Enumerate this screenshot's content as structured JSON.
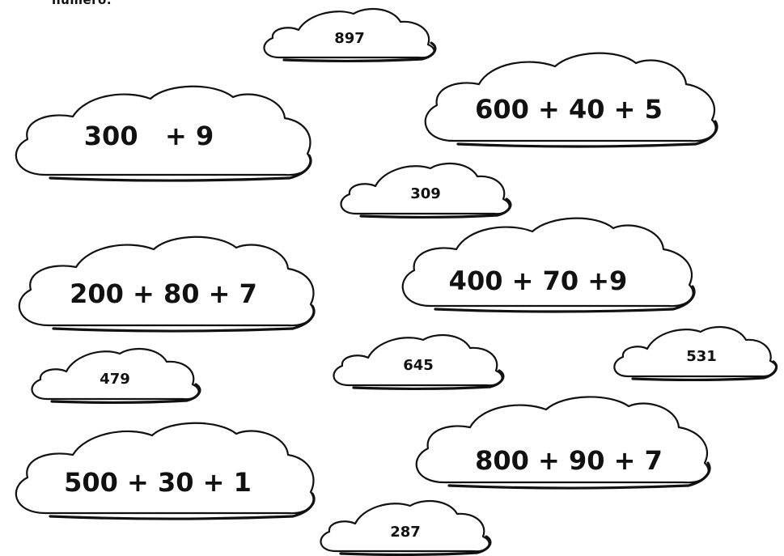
{
  "instruction": "número.",
  "sums": [
    {
      "text": "300   + 9"
    },
    {
      "text": "600 + 40 + 5"
    },
    {
      "text": "200 + 80 + 7"
    },
    {
      "text": "400 + 70 +9"
    },
    {
      "text": "500 + 30 + 1"
    },
    {
      "text": "800 + 90 + 7"
    }
  ],
  "numbers": [
    {
      "text": "897"
    },
    {
      "text": "309"
    },
    {
      "text": "479"
    },
    {
      "text": "645"
    },
    {
      "text": "531"
    },
    {
      "text": "287"
    }
  ]
}
